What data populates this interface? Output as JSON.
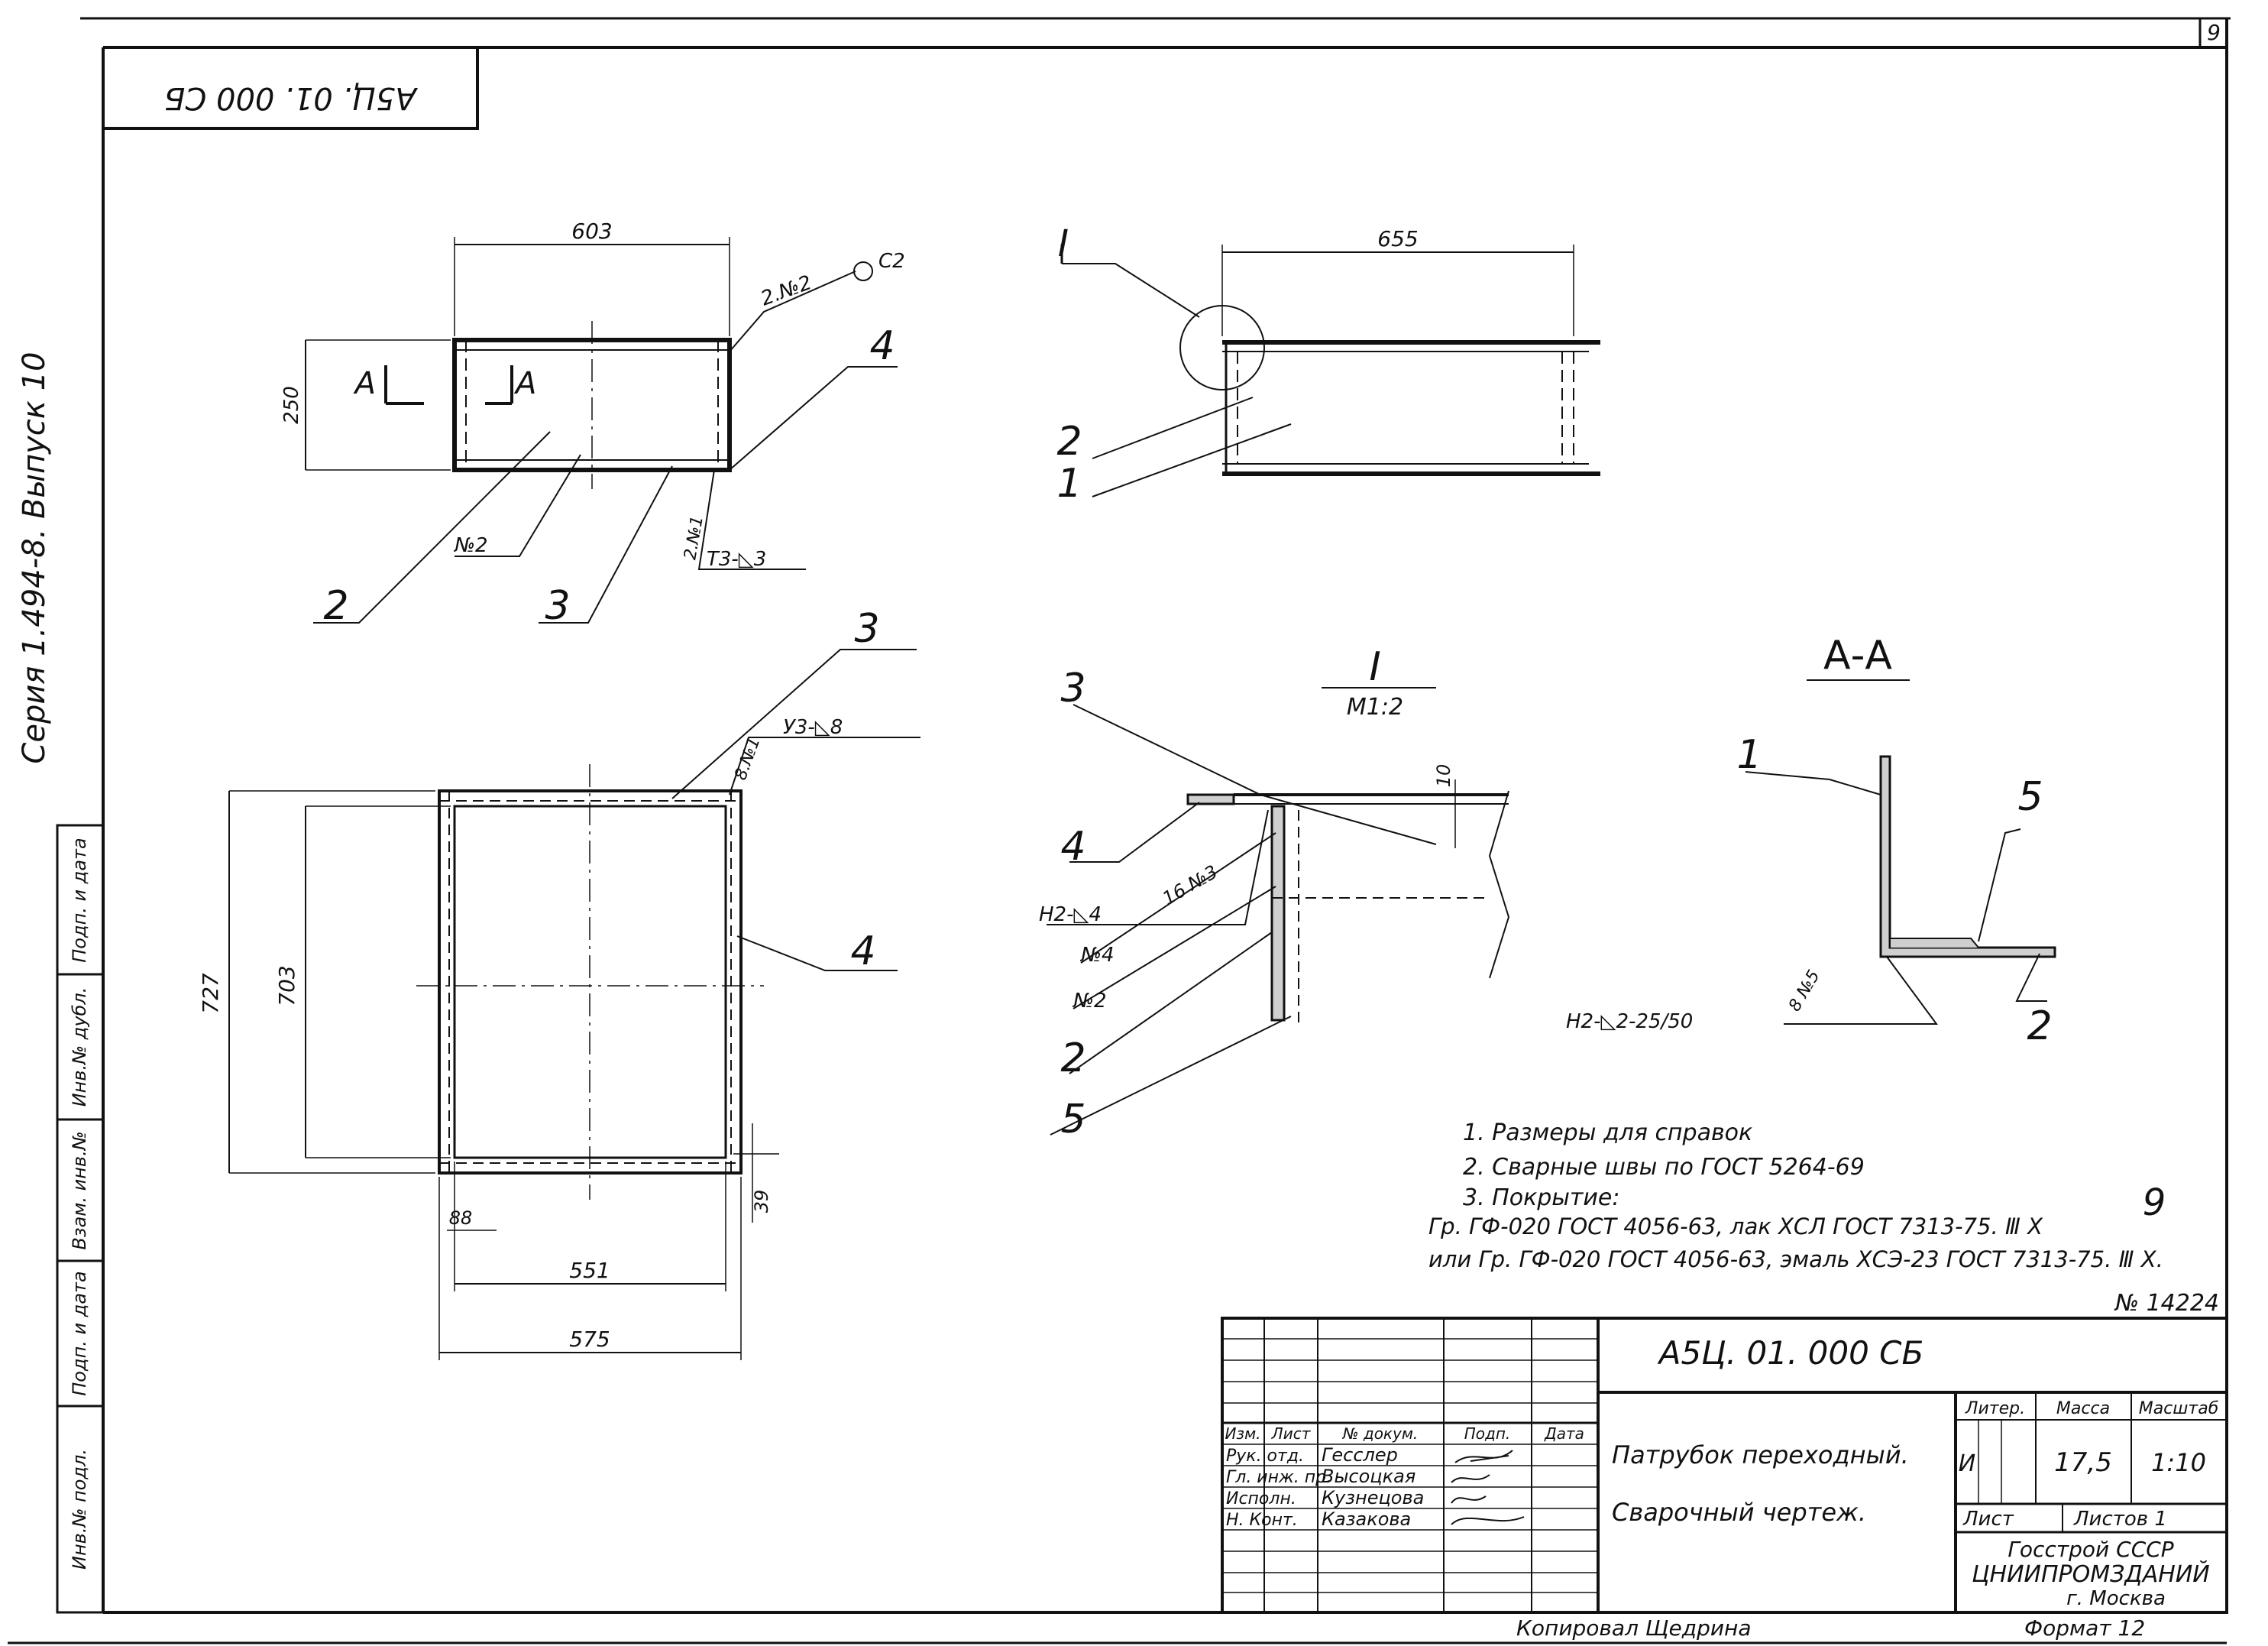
{
  "sheet_number": "9",
  "stamp_top": "А5Ц. 01. 000 СБ",
  "side_series": "Серия 1.494-8. Выпуск 10",
  "side_columns": [
    "Инв.№ подл.",
    "Подп. и дата",
    "Взам. инв.№",
    "Инв.№ дубл.",
    "Подп. и дата"
  ],
  "view_front": {
    "dim_width": "603",
    "dim_height": "250",
    "section_left": "А",
    "section_right": "А",
    "weld_mark": "2.№2",
    "weld_code": "С2",
    "weld_lower": "2.№1",
    "weld_lower_code": "Т3-◺3",
    "weld_center": "№2",
    "callouts": [
      "2",
      "3",
      "4"
    ]
  },
  "view_side": {
    "dim_width": "655",
    "detail_mark": "I",
    "callouts": [
      "2",
      "1"
    ]
  },
  "view_plan": {
    "dim_outer_height": "727",
    "dim_inner_height": "703",
    "dim_inner_width": "551",
    "dim_outer_width": "575",
    "dim_left": "88",
    "dim_right": "39",
    "weld_mark": "8.№1",
    "weld_code": "У3-◺8",
    "callouts": [
      "3",
      "4"
    ]
  },
  "detail_I": {
    "title": "I",
    "scale": "М1:2",
    "dim_thickness": "10",
    "weld_1": "Н2-◺4",
    "weld_2": "16 №3",
    "weld_3": "№4",
    "weld_4": "№2",
    "callouts": [
      "3",
      "4",
      "2",
      "5"
    ]
  },
  "section_AA": {
    "title": "А-А",
    "weld": "Н2-◺2-25/50",
    "weld_mark": "8 №5",
    "callouts": [
      "1",
      "5",
      "2"
    ]
  },
  "notes": [
    "1. Размеры для справок",
    "2. Сварные швы по ГОСТ 5264-69",
    "3. Покрытие:",
    "Гр. ГФ-020 ГОСТ 4056-63, лак ХСЛ ГОСТ 7313-75. Ⅲ Х",
    "или Гр. ГФ-020 ГОСТ 4056-63, эмаль ХСЭ-23 ГОСТ 7313-75. Ⅲ Х."
  ],
  "note_margin_number": "9",
  "order_number": "№ 14224",
  "title_block": {
    "designation": "А5Ц. 01. 000 СБ",
    "name_line1": "Патрубок переходный.",
    "name_line2": "Сварочный чертеж.",
    "headers": [
      "Изм.",
      "Лист",
      "№ докум.",
      "Подп.",
      "Дата"
    ],
    "roles": [
      "Рук. отд.",
      "Гл. инж. пр.",
      "Исполн.",
      "Н. Конт."
    ],
    "names": [
      "Гесслер",
      "Высоцкая",
      "Кузнецова",
      "Казакова"
    ],
    "litera_label": "Литер.",
    "mass_label": "Масса",
    "scale_label": "Масштаб",
    "litera": "И",
    "mass": "17,5",
    "scale": "1:10",
    "sheet_label": "Лист",
    "sheets_label": "Листов 1",
    "org_1": "Госстрой СССР",
    "org_2": "ЦНИИПРОМЗДАНИЙ",
    "org_3": "г. Москва"
  },
  "bottom_copied": "Копировал Щедрина",
  "bottom_format": "Формат 12"
}
